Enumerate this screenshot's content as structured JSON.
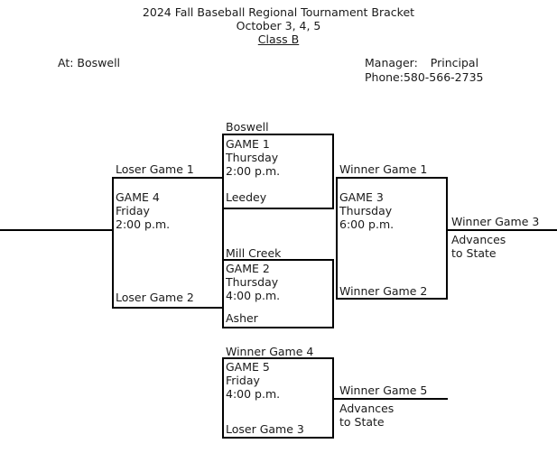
{
  "header": {
    "title_line1": "2024 Fall Baseball Regional Tournament Bracket",
    "title_line2": "October 3, 4, 5",
    "title_line3": "Class B",
    "site_label": "At: Boswell",
    "manager_label": "Manager:",
    "manager_value": "Principal",
    "phone_label": "Phone:",
    "phone_value": "580-566-2735"
  },
  "bracket": {
    "game1": {
      "top_team": "Boswell",
      "name": "GAME 1",
      "day": "Thursday",
      "time": "2:00 p.m.",
      "bottom_team": "Leedey"
    },
    "game2": {
      "top_team": "Mill Creek",
      "name": "GAME 2",
      "day": "Thursday",
      "time": "4:00 p.m.",
      "bottom_team": "Asher"
    },
    "game3": {
      "top_team": "Winner Game 1",
      "name": "GAME 3",
      "day": "Thursday",
      "time": "6:00 p.m.",
      "bottom_team": "Winner Game 2"
    },
    "game4": {
      "top_team": "Loser Game 1",
      "name": "GAME 4",
      "day": "Friday",
      "time": "2:00 p.m.",
      "bottom_team": "Loser Game 2"
    },
    "game5": {
      "top_team": "Winner Game 4",
      "name": "GAME 5",
      "day": "Friday",
      "time": "4:00 p.m.",
      "bottom_team": "Loser Game 3"
    },
    "final_upper": {
      "label": "Winner Game 3",
      "note_line1": "Advances",
      "note_line2": "to State"
    },
    "final_lower": {
      "label": "Winner Game 5",
      "note_line1": "Advances",
      "note_line2": "to State"
    }
  }
}
